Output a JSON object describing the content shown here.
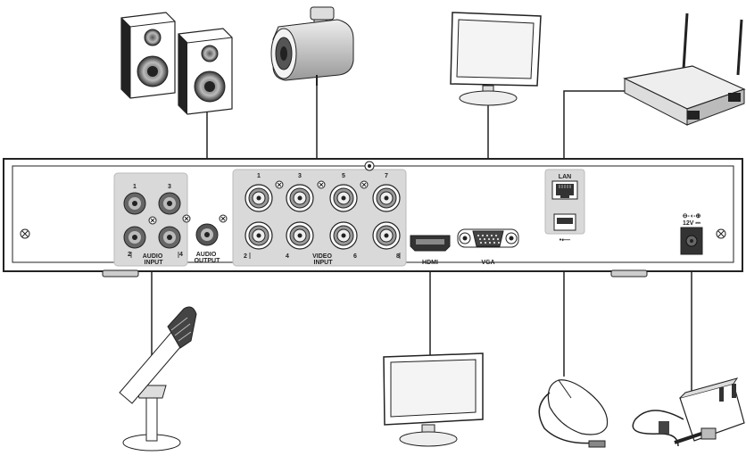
{
  "rear_panel": {
    "audio_input_numbers": [
      "1",
      "3",
      "2",
      "4"
    ],
    "audio_input_label": "AUDIO\nINPUT",
    "audio_output_label": "AUDIO\nOUTPUT",
    "video_input_top_numbers": [
      "1",
      "3",
      "5",
      "7"
    ],
    "video_input_bottom_numbers": [
      "2",
      "4",
      "6",
      "8"
    ],
    "video_input_label": "VIDEO\nINPUT",
    "hdmi_label": "HDMI",
    "vga_label": "VGA",
    "lan_label": "LAN",
    "usb_symbol": "•⟵",
    "power_label": "12V ⎓"
  },
  "devices": [
    "speakers",
    "camera",
    "vga-monitor",
    "router",
    "microphone",
    "hdmi-monitor",
    "mouse",
    "power-adapter"
  ],
  "colors": {
    "panel": "#ffffff",
    "port_group": "#d6d6d6",
    "outline": "#222222"
  }
}
